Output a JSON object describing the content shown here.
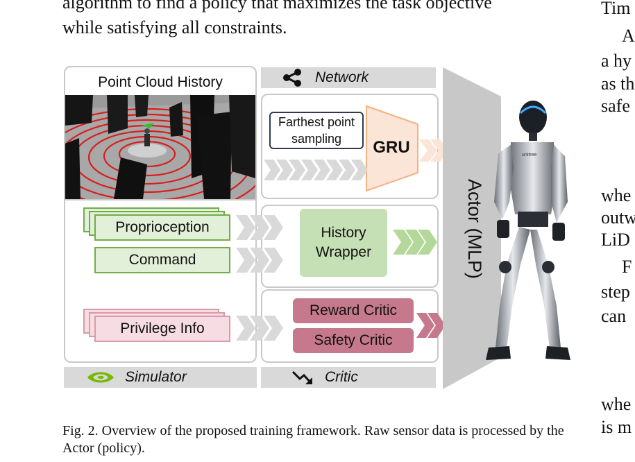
{
  "intro_text": [
    "algorithm to find a policy that maximizes the task objective",
    "while satisfying all constraints."
  ],
  "right_column_fragments": [
    "Tim",
    "A",
    "a hy",
    "as th",
    "safe",
    "whe",
    "outw",
    "LiD",
    "F",
    "step",
    "can",
    "whe",
    "is m"
  ],
  "figure": {
    "point_cloud_title": "Point Cloud History",
    "network_label": "Network",
    "fps_label": "Farthest point sampling",
    "gru_label": "GRU",
    "proprioception_label": "Proprioception",
    "command_label": "Command",
    "history_wrapper_label": "History Wrapper",
    "privilege_label": "Privilege Info",
    "reward_critic_label": "Reward Critic",
    "safety_critic_label": "Safety Critic",
    "actor_label": "Actor (MLP)",
    "simulator_label": "Simulator",
    "critic_label": "Critic",
    "robot_brand": "unitree"
  },
  "caption": "Fig. 2.   Overview of the proposed training framework. Raw sensor data is processed by the Actor (policy).",
  "colors": {
    "green_fill": "#e2f0d9",
    "green_border": "#70ad47",
    "pink_fill": "#f7dde3",
    "critic_fill": "#c6798c",
    "gru_fill": "#fbe5d6",
    "gru_border": "#f4b183",
    "nvidia_green": "#76b900"
  },
  "icons": [
    "share-icon",
    "nvidia-logo-icon",
    "trend-down-arrow-icon"
  ]
}
